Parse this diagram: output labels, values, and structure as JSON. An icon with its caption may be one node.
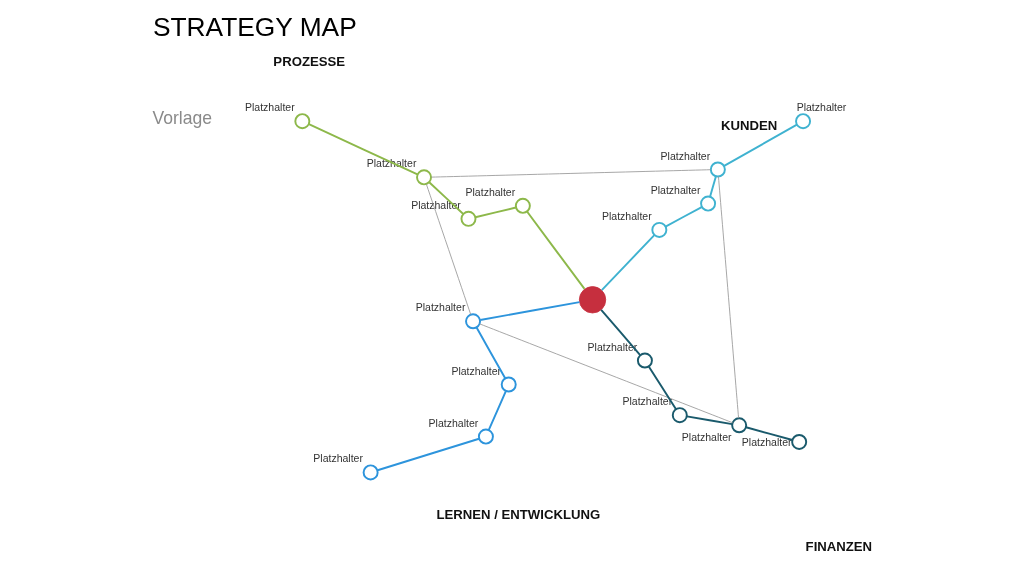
{
  "diagram": {
    "title": "STRATEGY MAP",
    "nodes": [
      {
        "text": [],
        "shape": "circle",
        "beside": [
          "Platzhalter"
        ]
      },
      {
        "text": [],
        "shape": "circle",
        "beside": [
          "Platzhalter"
        ]
      },
      {
        "text": [],
        "shape": "circle",
        "beside": [
          "Platzhalter"
        ]
      },
      {
        "text": [],
        "shape": "circle",
        "beside": [
          "Platzhalter"
        ]
      },
      {
        "text": [],
        "shape": "circle",
        "beside": [
          "Platzhalter"
        ]
      },
      {
        "text": [],
        "shape": "circle",
        "beside": [
          "Platzhalter"
        ]
      },
      {
        "text": [],
        "shape": "circle",
        "beside": [
          "Platzhalter"
        ]
      },
      {
        "text": [],
        "shape": "circle",
        "beside": [
          "Platzhalter"
        ]
      },
      {
        "text": [],
        "shape": "circle"
      },
      {
        "text": [],
        "shape": "circle",
        "beside": [
          "Platzhalter"
        ]
      },
      {
        "text": [],
        "shape": "circle",
        "beside": [
          "Platzhalter"
        ]
      },
      {
        "text": [],
        "shape": "circle",
        "beside": [
          "Platzhalter"
        ]
      },
      {
        "text": [],
        "shape": "circle",
        "beside": [
          "Platzhalter"
        ]
      },
      {
        "text": [],
        "shape": "circle",
        "beside": [
          "Platzhalter"
        ]
      },
      {
        "text": [],
        "shape": "circle",
        "beside": [
          "Platzhalter"
        ]
      },
      {
        "text": [],
        "shape": "circle",
        "beside": [
          "Platzhalter"
        ]
      },
      {
        "text": [],
        "shape": "circle",
        "beside": [
          "Platzhalter"
        ]
      }
    ],
    "edges": [
      {
        "from": 0,
        "to": 2,
        "arrow": "none",
        "color": "#8db84a"
      },
      {
        "from": 2,
        "to": 4,
        "arrow": "none",
        "color": "#8db84a"
      },
      {
        "from": 4,
        "to": 7,
        "arrow": "none",
        "color": "#8db84a"
      },
      {
        "from": 7,
        "to": 8,
        "arrow": "none",
        "color": "#8db84a"
      },
      {
        "from": 1,
        "to": 3,
        "arrow": "none",
        "color": "#3fb2d0"
      },
      {
        "from": 3,
        "to": 5,
        "arrow": "none",
        "color": "#3fb2d0"
      },
      {
        "from": 5,
        "to": 6,
        "arrow": "none",
        "color": "#3fb2d0"
      },
      {
        "from": 6,
        "to": 8,
        "arrow": "none",
        "color": "#3fb2d0"
      },
      {
        "from": 8,
        "to": 9,
        "arrow": "none",
        "color": "#2d94dc"
      },
      {
        "from": 9,
        "to": 11,
        "arrow": "none",
        "color": "#2d94dc"
      },
      {
        "from": 11,
        "to": 13,
        "arrow": "none",
        "color": "#2d94dc"
      },
      {
        "from": 13,
        "to": 15,
        "arrow": "none",
        "color": "#2d94dc"
      },
      {
        "from": 8,
        "to": 10,
        "arrow": "none",
        "color": "#1a5a6c"
      },
      {
        "from": 10,
        "to": 12,
        "arrow": "none",
        "color": "#1a5a6c"
      },
      {
        "from": 12,
        "to": 14,
        "arrow": "none",
        "color": "#1a5a6c"
      },
      {
        "from": 14,
        "to": 16,
        "arrow": "none",
        "color": "#1a5a6c"
      },
      {
        "from": 2,
        "to": 3,
        "arrow": "none",
        "color": "#9a9a9a"
      },
      {
        "from": 2,
        "to": 9,
        "arrow": "none",
        "color": "#9a9a9a"
      },
      {
        "from": 9,
        "to": 14,
        "arrow": "none",
        "color": "#9a9a9a"
      },
      {
        "from": 3,
        "to": 14,
        "arrow": "none",
        "color": "#9a9a9a"
      }
    ],
    "labels": [
      "Vorlage",
      "KUNDEN",
      "PROZESSE",
      "FINANZEN",
      "LERNEN / ENTWICKLUNG"
    ]
  }
}
